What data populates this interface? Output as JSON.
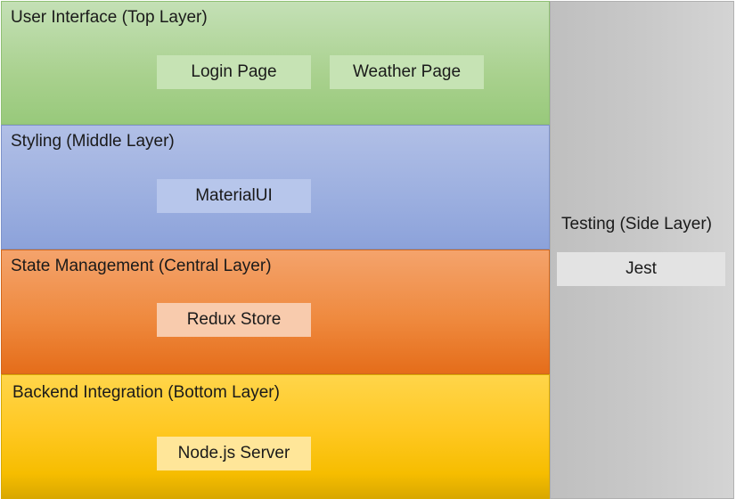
{
  "layers": {
    "ui": {
      "title": "User Interface (Top Layer)",
      "boxes": [
        "Login Page",
        "Weather Page"
      ],
      "color": "#a9d18e"
    },
    "styling": {
      "title": "Styling (Middle Layer)",
      "boxes": [
        "MaterialUI"
      ],
      "color": "#8ea9db"
    },
    "state": {
      "title": "State Management (Central Layer)",
      "boxes": [
        "Redux Store"
      ],
      "color": "#ed7d31"
    },
    "backend": {
      "title": "Backend Integration (Bottom Layer)",
      "boxes": [
        "Node.js Server"
      ],
      "color": "#ffc000"
    },
    "testing": {
      "title": "Testing (Side Layer)",
      "boxes": [
        "Jest"
      ],
      "color": "#c9c9c9"
    }
  }
}
